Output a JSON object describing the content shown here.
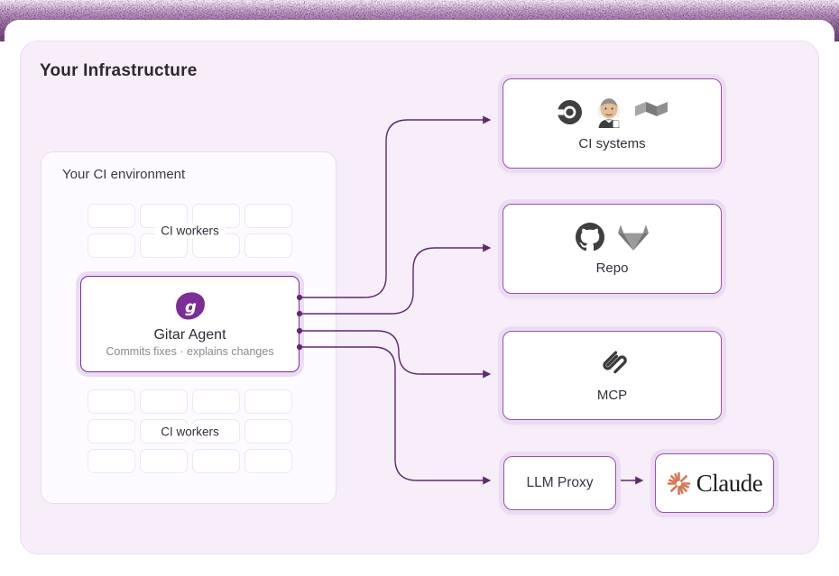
{
  "header": {
    "title": "Your Infrastructure"
  },
  "ci_environment": {
    "title": "Your CI environment",
    "top_grid": {
      "rows": 2,
      "cols": 4,
      "label": "CI workers"
    },
    "bottom_grid": {
      "rows": 3,
      "cols": 4,
      "label": "CI workers"
    }
  },
  "agent": {
    "name": "Gitar Agent",
    "description": "Commits fixes · explains changes",
    "logo": "gitar-logo"
  },
  "targets": {
    "ci_systems": {
      "label": "CI systems",
      "icons": [
        "circleci-icon",
        "jenkins-icon",
        "buildkite-icon"
      ]
    },
    "repo": {
      "label": "Repo",
      "icons": [
        "github-icon",
        "gitlab-icon"
      ]
    },
    "mcp": {
      "label": "MCP",
      "icons": [
        "mcp-icon"
      ]
    },
    "llm_proxy": {
      "label": "LLM Proxy"
    },
    "claude": {
      "label": "Claude",
      "icons": [
        "claude-starburst-icon"
      ]
    }
  },
  "colors": {
    "band_purple": "#5c2a66",
    "panel_bg": "#f7eef9",
    "accent_purple": "#7b2e90",
    "box_border": "#9a51a8",
    "connector": "#5e2a6e",
    "gitar_logo_purple": "#7c2d96",
    "claude_orange": "#d97757"
  }
}
